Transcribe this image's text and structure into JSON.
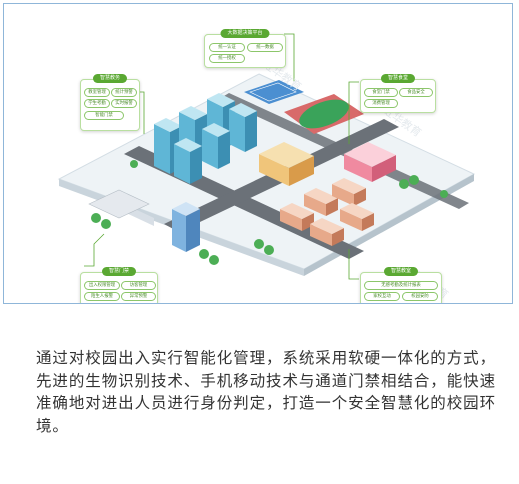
{
  "panels": {
    "top": {
      "title": "大数据决策平台",
      "items": [
        "统一认证",
        "统一数据",
        "统一授权"
      ]
    },
    "left": {
      "title": "智慧教务",
      "items": [
        "教室管理",
        "统计预警",
        "学生考勤",
        "实时报警",
        "智能门禁"
      ]
    },
    "right_top": {
      "title": "智慧食堂",
      "items": [
        "食堂门禁",
        "食品安全",
        "消费管理"
      ]
    },
    "left_bottom": {
      "title": "智慧门禁",
      "items": [
        "出入权限管理",
        "访客管理",
        "陌生人报警",
        "异常预警"
      ]
    },
    "right_bottom": {
      "title": "智慧教室",
      "items": [
        "无感考勤及统计报表",
        "家校互动",
        "校园安防"
      ]
    }
  },
  "watermark": "虹华教育",
  "caption": "通过对校园出入实行智能化管理，系统采用软硬一体化的方式，先进的生物识别技术、手机移动技术与通道门禁相结合，能快速准确地对进出人员进行身份判定，打造一个安全智慧化的校园环境。",
  "colors": {
    "accent_green": "#5aa832",
    "frame_border": "#8fb6d9"
  }
}
